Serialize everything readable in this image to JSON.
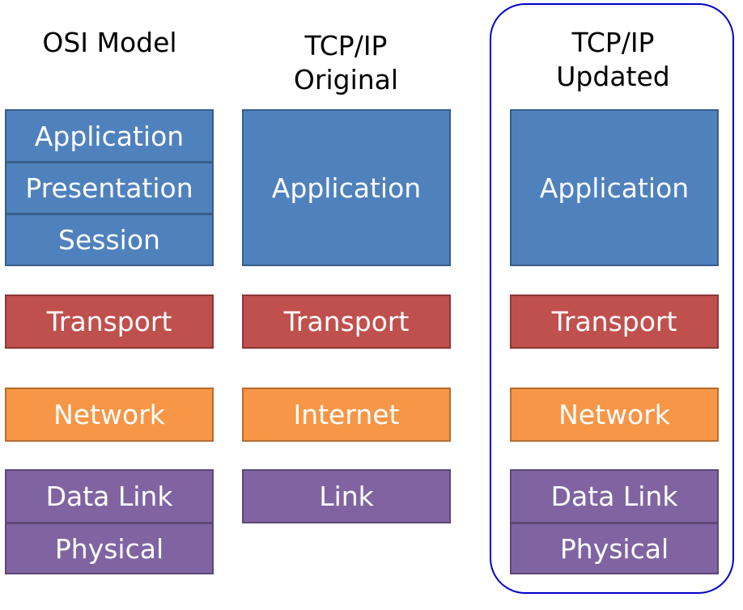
{
  "columns": {
    "osi": {
      "title": "OSI Model",
      "layers": [
        "Application",
        "Presentation",
        "Session",
        "Transport",
        "Network",
        "Data Link",
        "Physical"
      ]
    },
    "tcpip_original": {
      "title": "TCP/IP\nOriginal",
      "layers": [
        "Application",
        "Transport",
        "Internet",
        "Link"
      ]
    },
    "tcpip_updated": {
      "title": "TCP/IP\nUpdated",
      "layers": [
        "Application",
        "Transport",
        "Network",
        "Data Link",
        "Physical"
      ]
    }
  },
  "colors": {
    "application": "#4f81bd",
    "transport": "#c0504d",
    "network": "#f79646",
    "link": "#8064a2",
    "highlight_outline": "#0000cc"
  }
}
